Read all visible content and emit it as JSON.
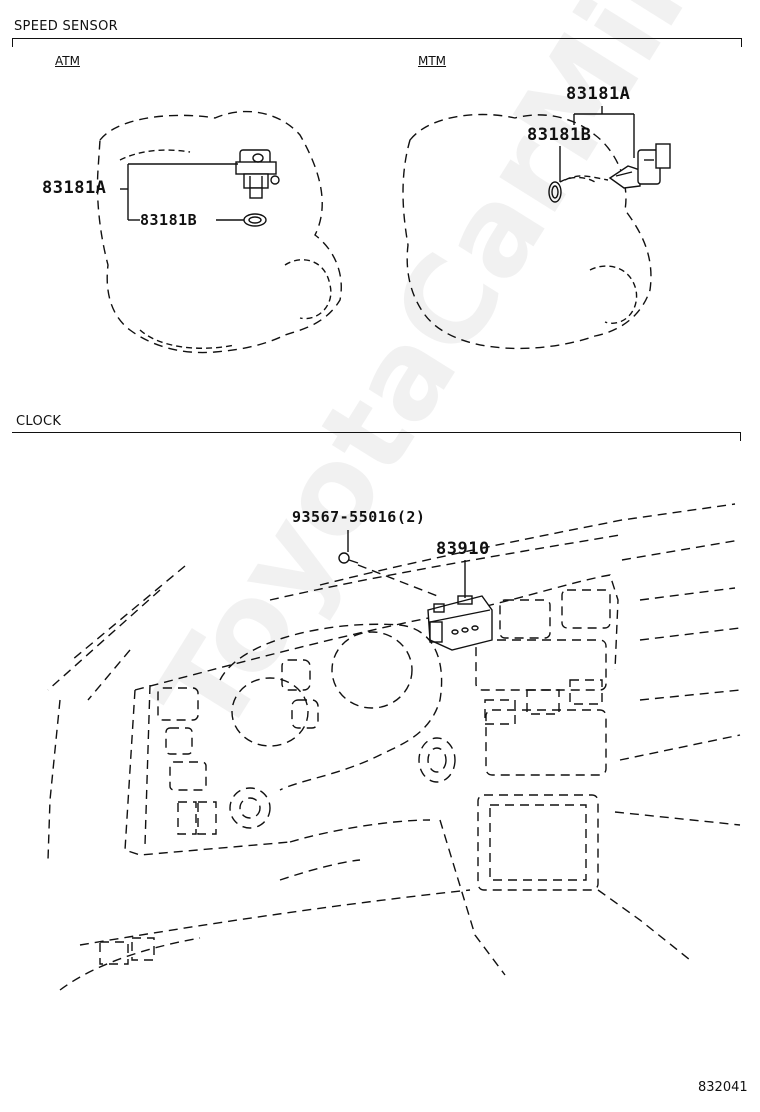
{
  "sections": {
    "speed_sensor": "SPEED SENSOR",
    "clock": "CLOCK"
  },
  "speed_sensor": {
    "atm": {
      "label": "ATM",
      "part_a": "83181A",
      "part_b": "83181B"
    },
    "mtm": {
      "label": "MTM",
      "part_a": "83181A",
      "part_b": "83181B"
    }
  },
  "clock": {
    "screw_part": "93567-55016(2)",
    "clock_part": "83910"
  },
  "diagram_id": "832041",
  "watermark": "ToyotaCarMine.ru"
}
